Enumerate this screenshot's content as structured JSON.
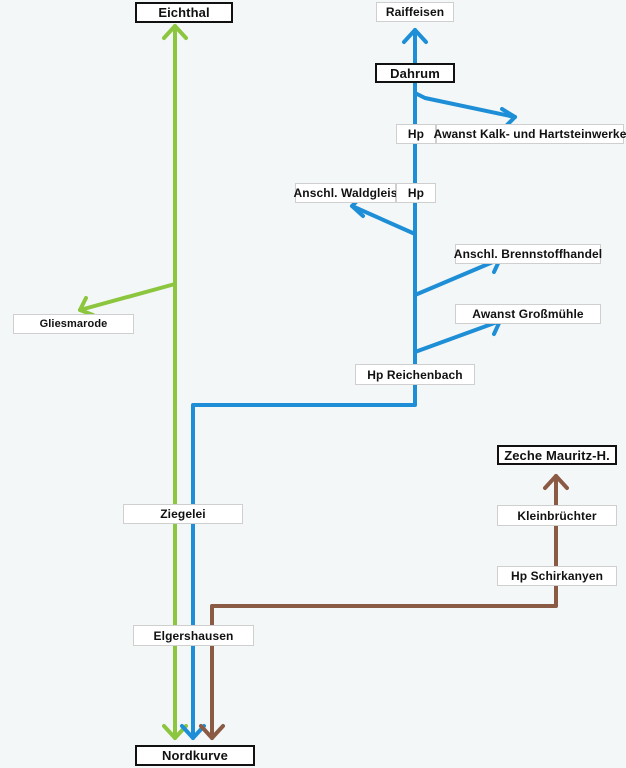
{
  "colors": {
    "green_line": "#8cc63f",
    "blue_line": "#1e8fd6",
    "brown_line": "#8a5a44",
    "background": "#f4f7f8"
  },
  "stations": {
    "eichthal": "Eichthal",
    "raiffeisen": "Raiffeisen",
    "dahrum": "Dahrum",
    "hp_upper": "Hp",
    "awanst_kalk": "Awanst Kalk- und Hartsteinwerke",
    "anschl_waldgleis": "Anschl. Waldgleis",
    "hp_lower": "Hp",
    "anschl_brennstoff": "Anschl. Brennstoffhandel",
    "gliesmarode": "Gliesmarode",
    "awanst_grossmuehle": "Awanst Großmühle",
    "hp_reichenbach": "Hp Reichenbach",
    "zeche_mauritz": "Zeche  Mauritz-H.",
    "ziegelei": "Ziegelei",
    "kleinbruechter": "Kleinbrüchter",
    "hp_schirkanyen": "Hp Schirkanyen",
    "elgershausen": "Elgershausen",
    "nordkurve": "Nordkurve"
  }
}
